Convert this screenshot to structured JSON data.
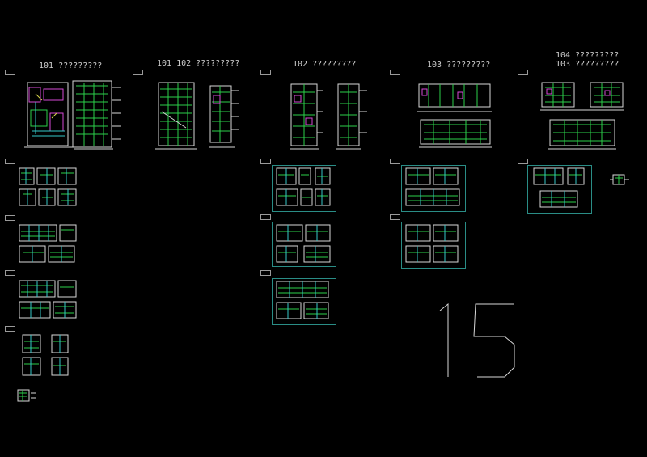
{
  "window": {
    "title": "CAD model space"
  },
  "titles": {
    "t101": "101 ?????????",
    "t101_102": "101 102 ?????????",
    "t102": "102 ?????????",
    "t103": "103 ?????????",
    "t104a": "104 ?????????",
    "t104b": "103 ?????????"
  },
  "sheet_number": "15",
  "colors": {
    "background": "#000000",
    "text": "#cfcfcf",
    "frame": "#2a8d86",
    "line_green": "#2bd04a",
    "line_white": "#d8d8d8",
    "line_magenta": "#d64ad6",
    "line_cyan": "#33c9c9",
    "line_yellow": "#d9d64a"
  }
}
